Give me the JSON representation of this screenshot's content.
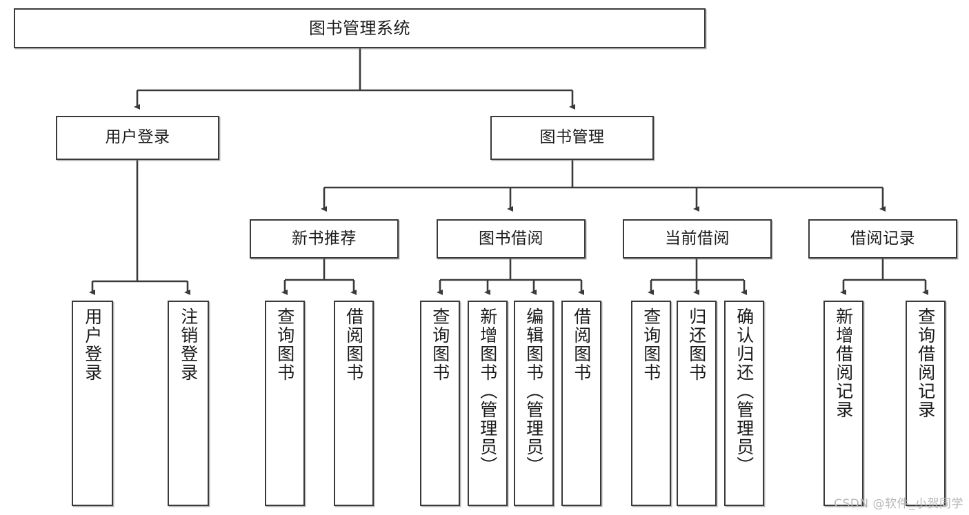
{
  "diagram": {
    "title": "图书管理系统",
    "watermark": "CSDN @软件_小贺同学",
    "stroke_color": "#3a3a3a",
    "fill_color": "#ffffff",
    "text_color": "#1a1a1a",
    "nodes": {
      "root": "图书管理系统",
      "level2": [
        "用户登录",
        "图书管理"
      ],
      "level3": [
        "新书推荐",
        "图书借阅",
        "当前借阅",
        "借阅记录"
      ],
      "leaves": {
        "user_login": [
          "用户登录",
          "注销登录"
        ],
        "new_book_recommend": [
          "查询图书",
          "借阅图书"
        ],
        "book_borrow": [
          "查询图书",
          "新增图书（管理员）",
          "编辑图书（管理员）",
          "借阅图书"
        ],
        "current_borrow": [
          "查询图书",
          "归还图书",
          "确认归还（管理员）"
        ],
        "borrow_record": [
          "新增借阅记录",
          "查询借阅记录"
        ]
      }
    }
  }
}
